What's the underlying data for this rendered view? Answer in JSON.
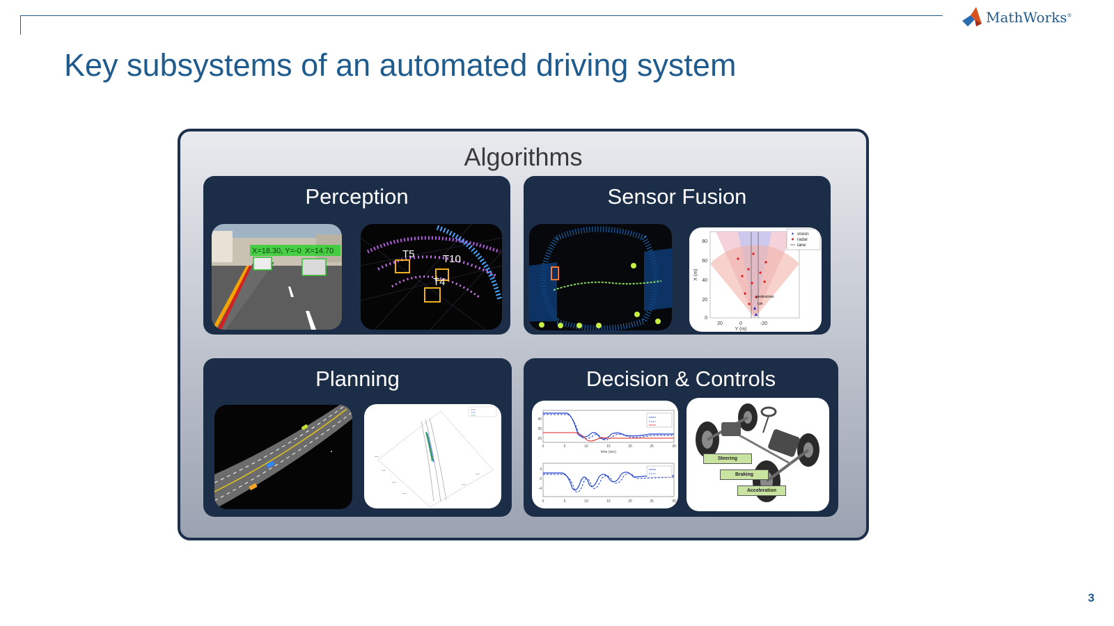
{
  "header": {
    "title": "Key subsystems of an automated driving system",
    "logo_text": "MathWorks",
    "logo_mark": "®",
    "page_number": "3"
  },
  "panel": {
    "title": "Algorithms",
    "cards": {
      "perception": {
        "title": "Perception",
        "images": {
          "road": {
            "labels": [
              "X=18.30, Y=-0",
              "X=14.70"
            ]
          },
          "lidar": {
            "labels": [
              "T5",
              "T10",
              "T4"
            ]
          }
        }
      },
      "sensor_fusion": {
        "title": "Sensor Fusion",
        "plot": {
          "legend": [
            "vision",
            "radar",
            "lane"
          ],
          "ylabel": "X (m)",
          "xlabel": "Y (m)",
          "yticks": [
            "80",
            "60",
            "40",
            "20",
            "0"
          ],
          "xticks": [
            "20",
            "0",
            "-20"
          ],
          "annotations": [
            "pedestrian",
            "car"
          ]
        }
      },
      "planning": {
        "title": "Planning"
      },
      "decision_controls": {
        "title": "Decision & Controls",
        "plot": {
          "xticks": [
            "0",
            "5",
            "10",
            "15",
            "20",
            "25",
            "30"
          ],
          "yticks_top": [
            "40",
            "30",
            "20"
          ],
          "yticks_bottom": [
            "4",
            "0",
            "-4"
          ],
          "xlabel": "time (sec)"
        },
        "callouts": [
          "Steering",
          "Braking",
          "Acceleration"
        ]
      }
    }
  },
  "colors": {
    "brand_blue": "#1f5b8c",
    "card_navy": "#1c2d48",
    "callout_green": "#c9e3a1"
  }
}
